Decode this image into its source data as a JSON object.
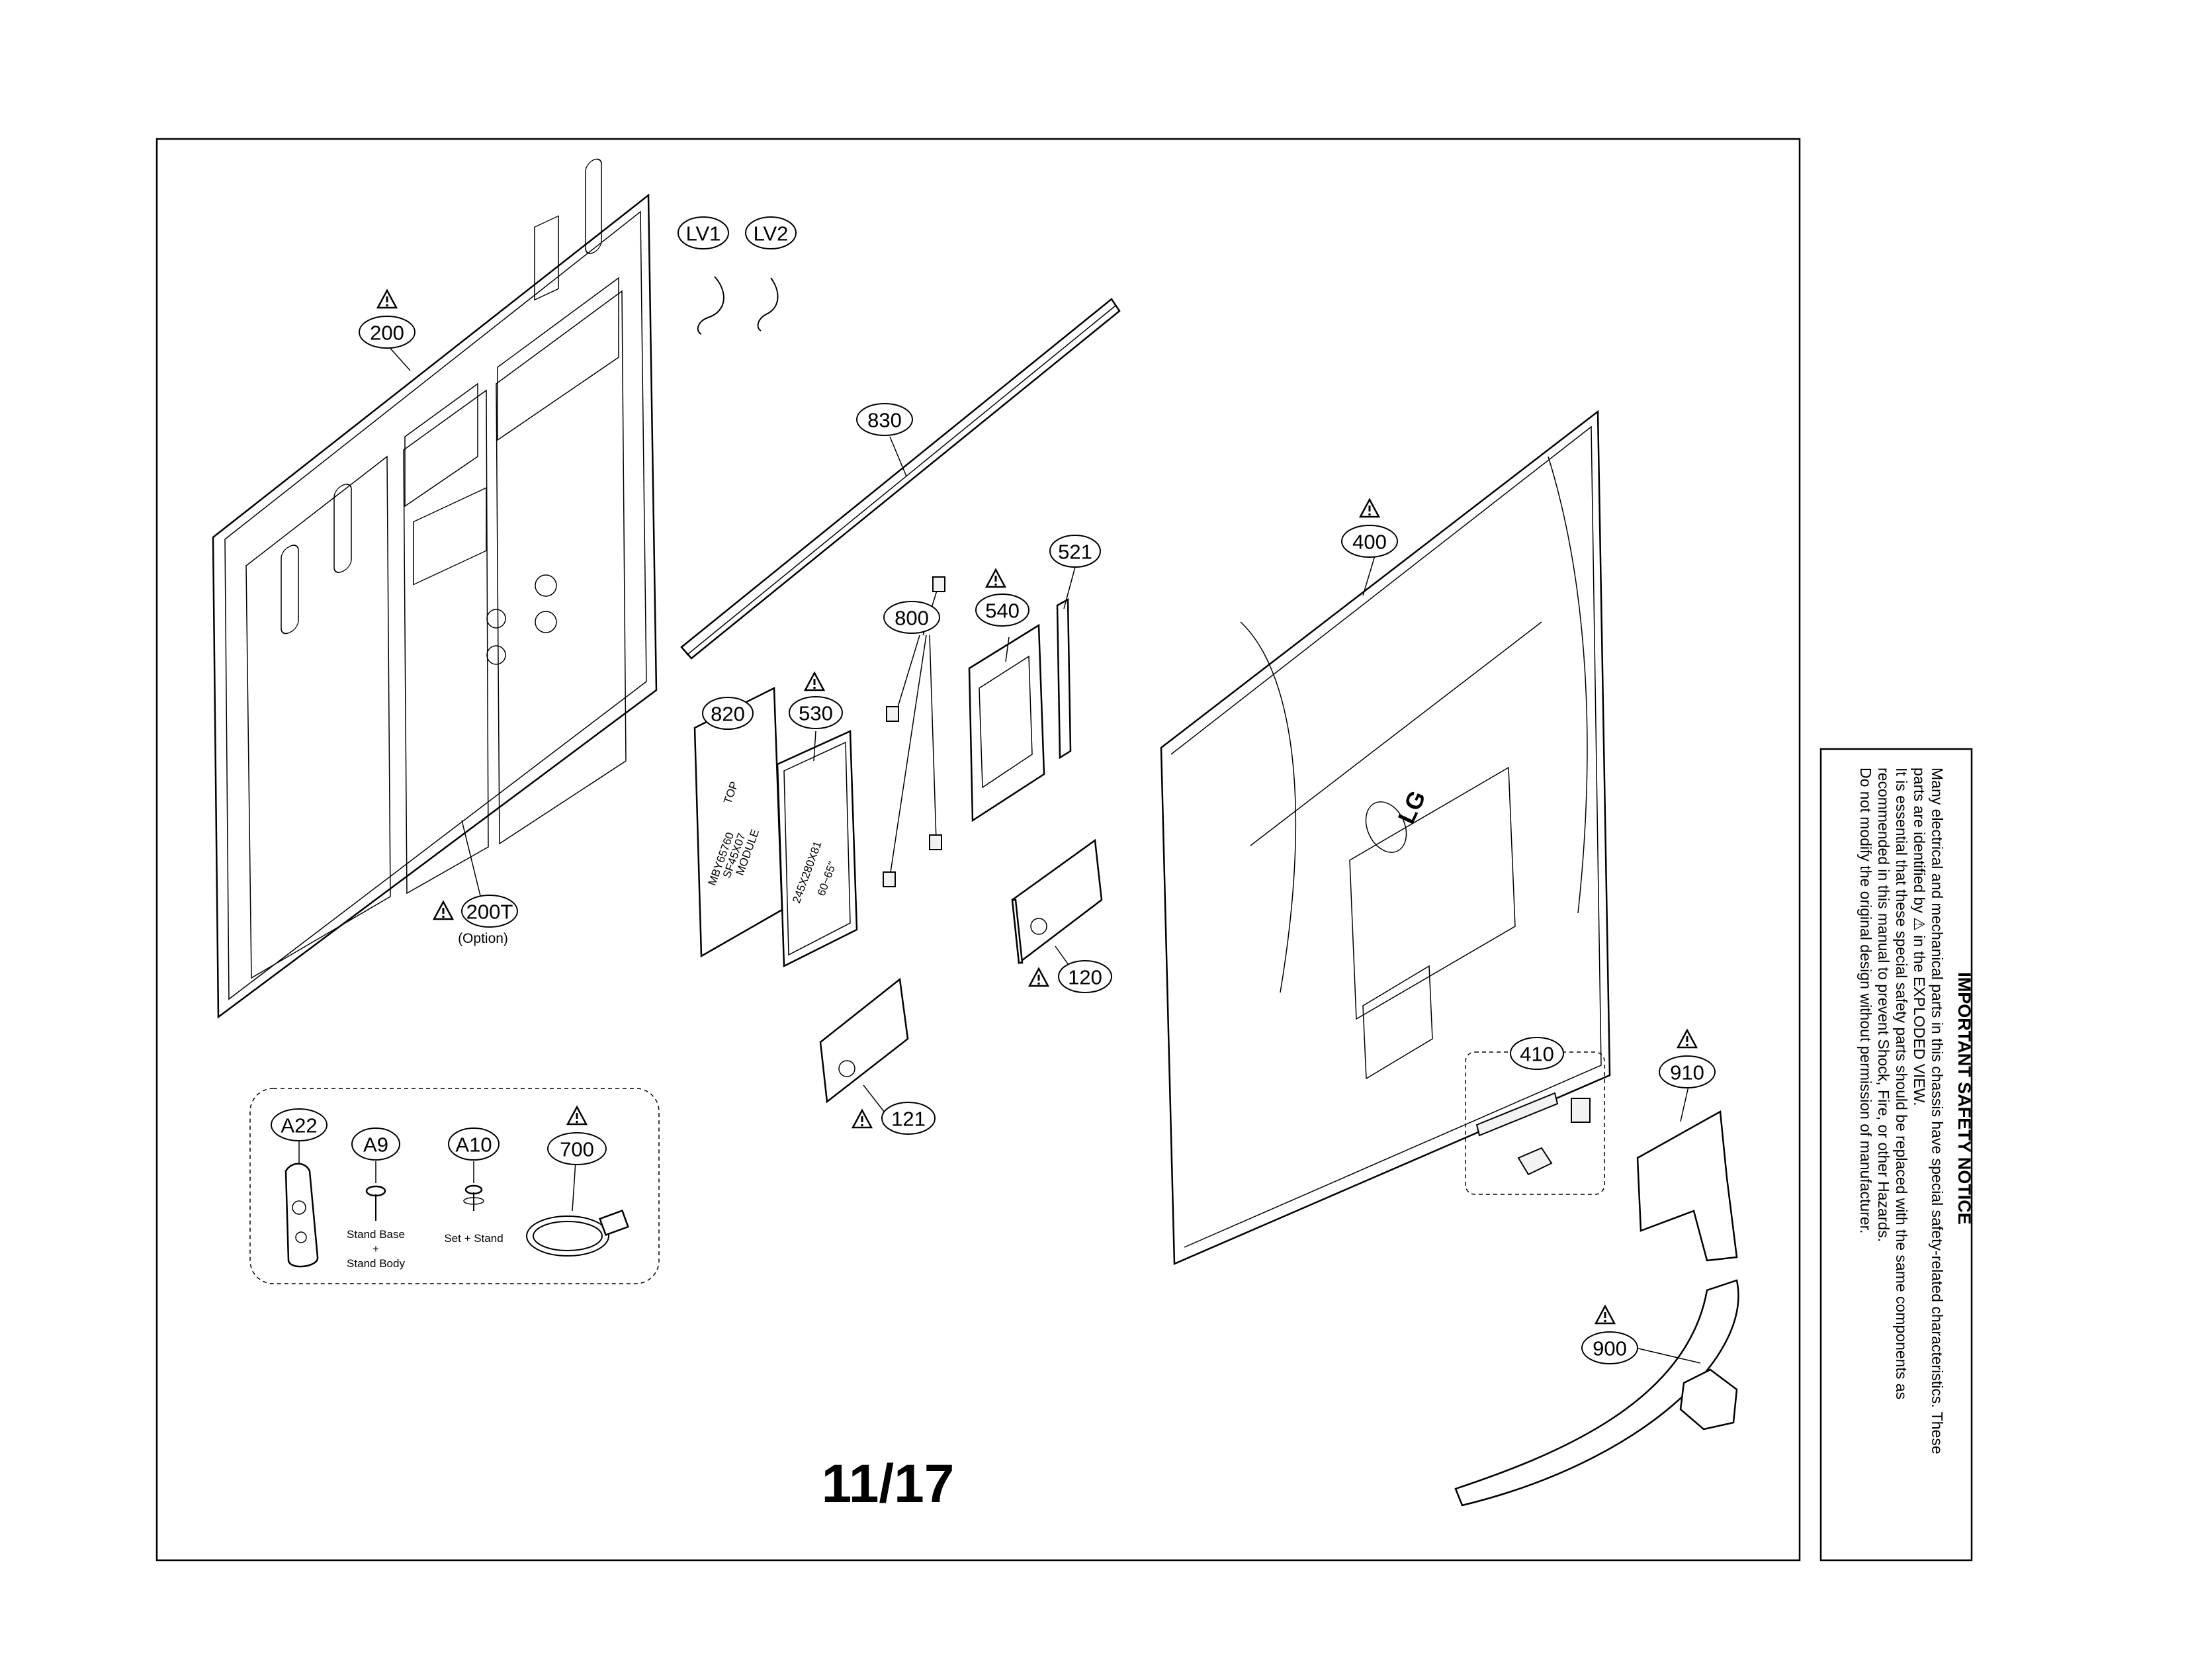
{
  "page_number": "11/17",
  "callouts": [
    {
      "id": "c200",
      "label": "200",
      "warning": true
    },
    {
      "id": "cLV1",
      "label": "LV1",
      "warning": false
    },
    {
      "id": "cLV2",
      "label": "LV2",
      "warning": false
    },
    {
      "id": "c830",
      "label": "830",
      "warning": false
    },
    {
      "id": "c400",
      "label": "400",
      "warning": true
    },
    {
      "id": "c521",
      "label": "521",
      "warning": false
    },
    {
      "id": "c800",
      "label": "800",
      "warning": false
    },
    {
      "id": "c540",
      "label": "540",
      "warning": true
    },
    {
      "id": "c820",
      "label": "820",
      "warning": false
    },
    {
      "id": "c530",
      "label": "530",
      "warning": true
    },
    {
      "id": "c200T",
      "label": "200T",
      "warning": true
    },
    {
      "id": "c120",
      "label": "120",
      "warning": true
    },
    {
      "id": "c121",
      "label": "121",
      "warning": true
    },
    {
      "id": "c410",
      "label": "410",
      "warning": false
    },
    {
      "id": "c910",
      "label": "910",
      "warning": true
    },
    {
      "id": "c900",
      "label": "900",
      "warning": true
    },
    {
      "id": "cA22",
      "label": "A22",
      "warning": false
    },
    {
      "id": "cA9",
      "label": "A9",
      "warning": false
    },
    {
      "id": "cA10",
      "label": "A10",
      "warning": false
    },
    {
      "id": "c700",
      "label": "700",
      "warning": true
    }
  ],
  "notes": {
    "option": "(Option)",
    "a9_line1": "Stand Base",
    "a9_line2": "+",
    "a9_line3": "Stand Body",
    "a10": "Set + Stand",
    "module_label_top": "TOP",
    "module_label_1": "MBY65760",
    "module_label_2": "SF45X07",
    "module_label_3": "MODULE",
    "board_label_1": "245X280X81",
    "board_label_2": "60~65\"",
    "logo": "LG"
  },
  "safety": {
    "title": "IMPORTANT SAFETY NOTICE",
    "lines": [
      "Many electrical and mechanical parts in this chassis have special safety-related characteristics. These",
      "parts are identified by ⚠ in the EXPLODED VIEW.",
      "It is essential that these special safety parts should be replaced with the same components as",
      "recommended in this manual to prevent Shock, Fire, or other Hazards.",
      "Do not modify the original design without permission of manufacturer."
    ]
  }
}
